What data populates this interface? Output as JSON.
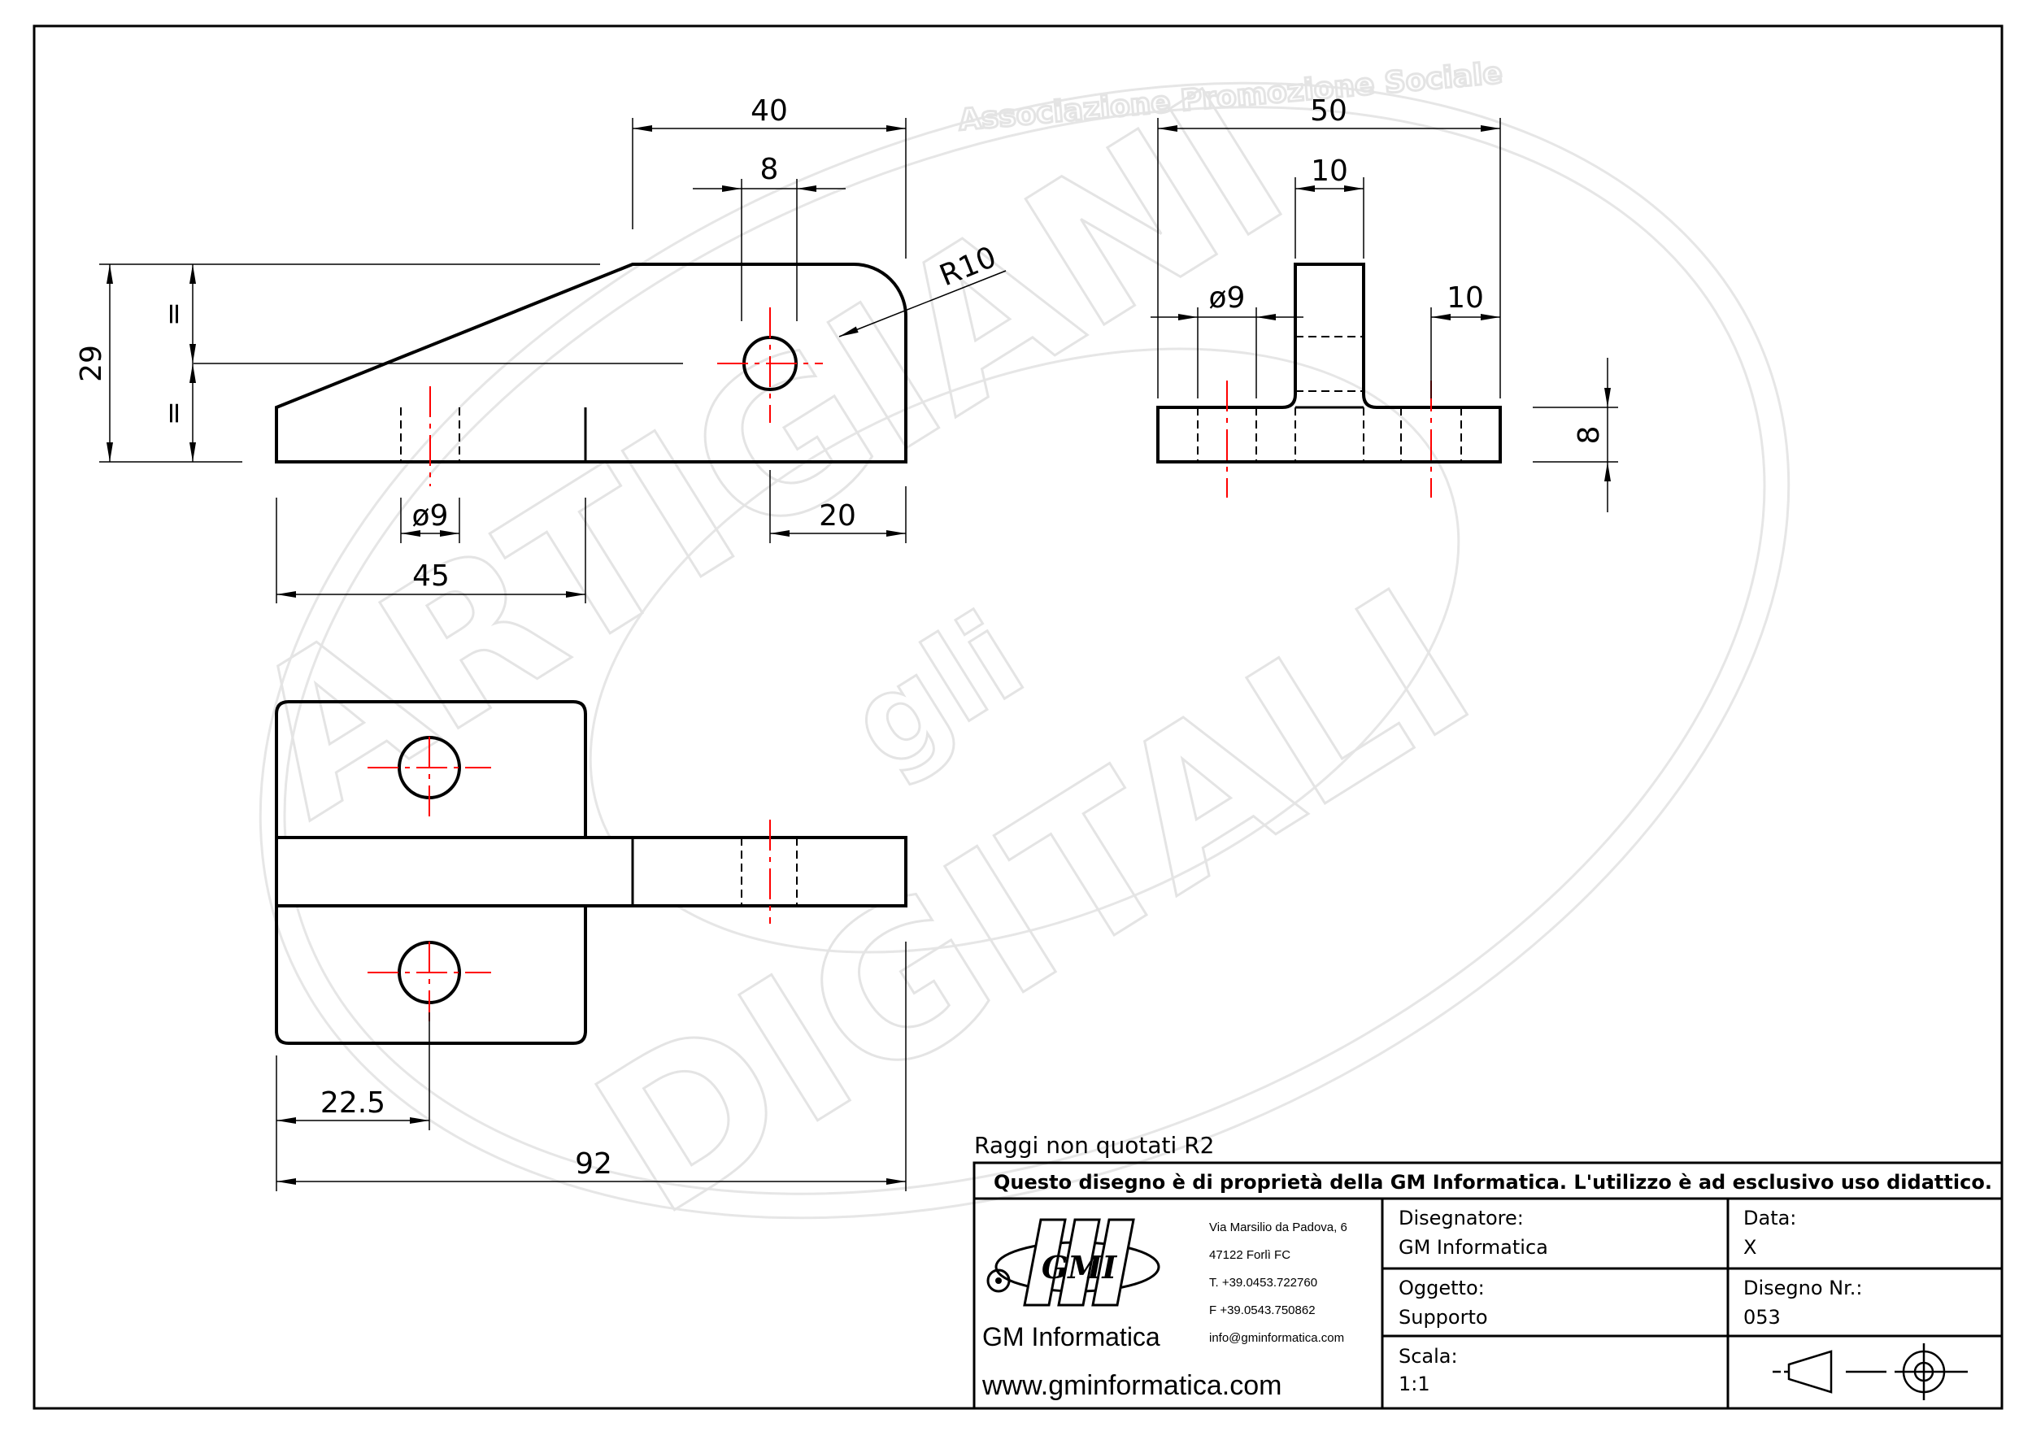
{
  "watermark": {
    "association": "Associazione Promozione Sociale",
    "word1": "ARTIGIANI",
    "word2": "gli",
    "word3": "DIGITALI"
  },
  "front_view": {
    "dims": {
      "top_width": "40",
      "hole_spacing": "8",
      "radius": "R10",
      "height": "29",
      "equal": "=",
      "hole_dia": "ø9",
      "bottom_width": "45",
      "right_offset": "20"
    }
  },
  "side_view": {
    "dims": {
      "overall": "50",
      "rib": "10",
      "hole_dia": "ø9",
      "edge": "10",
      "thickness": "8"
    }
  },
  "top_view": {
    "dims": {
      "half": "22.5",
      "overall": "92"
    }
  },
  "notes": {
    "radii": "Raggi  non  quotati  R2"
  },
  "title_block": {
    "disclaimer": "Questo disegno è di proprietà della GM Informatica. L'utilizzo è ad esclusivo uso didattico.",
    "company": {
      "logo_text": "GMI",
      "name": "GM Informatica",
      "website": "www.gminformatica.com",
      "address1": "Via Marsilio da Padova, 6",
      "address2": "47122  Forlì  FC",
      "phone": "T. +39.0453.722760",
      "fax": "F +39.0543.750862",
      "email": "info@gminformatica.com"
    },
    "designer_label": "Disegnatore:",
    "designer_value": "GM  Informatica",
    "date_label": "Data:",
    "date_value": "X",
    "object_label": "Oggetto:",
    "object_value": "Supporto",
    "drawing_label": "Disegno  Nr.:",
    "drawing_value": "053",
    "scale_label": "Scala:",
    "scale_value": "1:1",
    "projection_symbol": "first-angle-projection-icon"
  },
  "colors": {
    "line": "#000000",
    "centerline": "#ff0000",
    "watermark": "#e4e4e4"
  }
}
